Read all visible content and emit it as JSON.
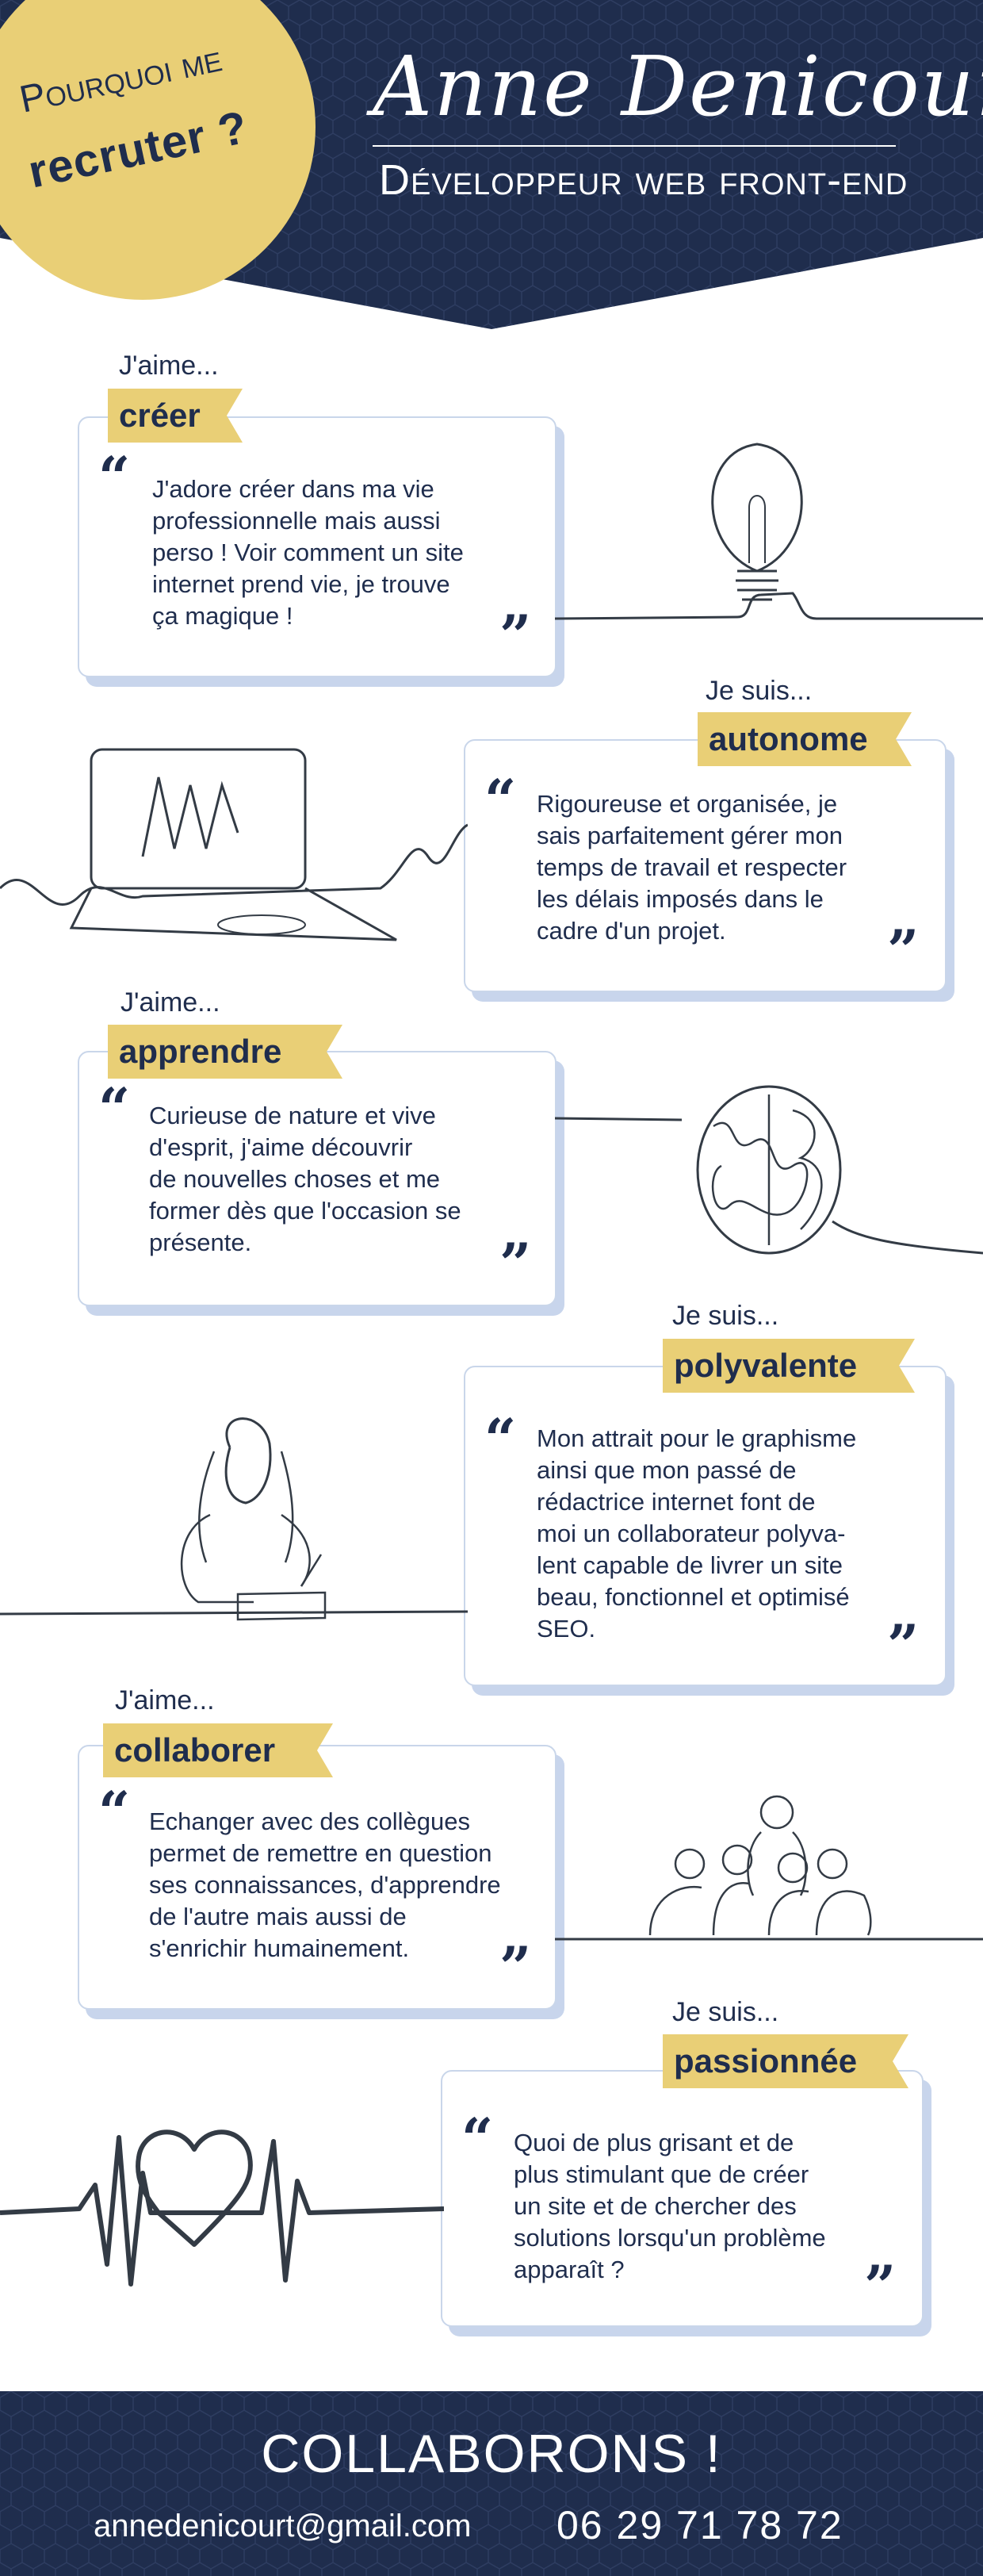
{
  "colors": {
    "navy": "#1f2d4d",
    "gold": "#e9cf76",
    "card_shadow": "#c8d5ec",
    "line": "#333b45"
  },
  "header": {
    "name": "Anne Denicourt",
    "subtitle": "Développeur web front-end",
    "question_line1": "Pourquoi me",
    "question_line2": "recruter ?"
  },
  "sections": [
    {
      "lead": "J'aime...",
      "tag": "créer",
      "text": "J'adore créer dans ma vie\nprofessionnelle mais aussi\nperso ! Voir comment un site\ninternet prend vie, je trouve\nça magique !",
      "icon": "lightbulb-icon"
    },
    {
      "lead": "Je suis...",
      "tag": "autonome",
      "text": "Rigoureuse et organisée, je\nsais parfaitement gérer mon\ntemps de travail et respecter\nles délais imposés dans le\ncadre d'un projet.",
      "icon": "laptop-icon"
    },
    {
      "lead": "J'aime...",
      "tag": "apprendre",
      "text": "Curieuse de nature et vive\nd'esprit, j'aime découvrir\nde nouvelles choses et me\nformer dès que l'occasion se\nprésente.",
      "icon": "brain-icon"
    },
    {
      "lead": "Je suis...",
      "tag": "polyvalente",
      "text": "Mon attrait pour le graphisme\nainsi que mon passé de\nrédactrice internet font de\nmoi un collaborateur polyva-\nlent capable de livrer un site\nbeau, fonctionnel et optimisé\nSEO.",
      "icon": "woman-writing-icon"
    },
    {
      "lead": "J'aime...",
      "tag": "collaborer",
      "text": "Echanger avec des collègues\npermet de remettre en question\nses connaissances, d'apprendre\nde l'autre mais aussi de\ns'enrichir humainement.",
      "icon": "team-icon"
    },
    {
      "lead": "Je suis...",
      "tag": "passionnée",
      "text": "Quoi de plus grisant et de\nplus stimulant que de créer\nun site et de chercher des\nsolutions lorsqu'un problème\napparaît ?",
      "icon": "heartbeat-icon"
    }
  ],
  "quote_marks": {
    "open": "“",
    "close": "”"
  },
  "footer": {
    "cta": "COLLABORONS !",
    "email": "annedenicourt@gmail.com",
    "phone": "06 29 71 78 72"
  }
}
